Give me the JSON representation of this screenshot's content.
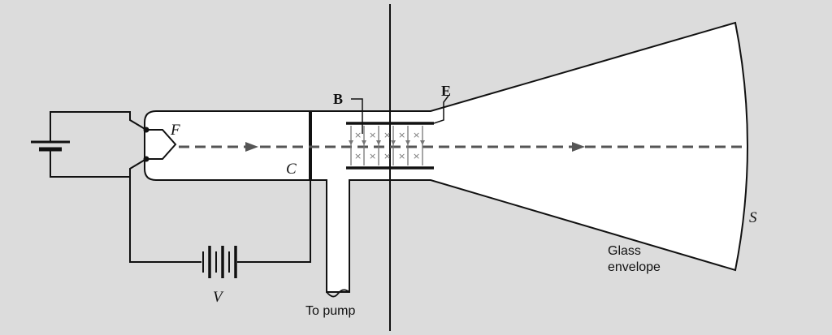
{
  "labels": {
    "filament": "F",
    "cathode": "C",
    "magnetic_field": "B",
    "electric_field": "E",
    "screen": "S",
    "voltage": "V",
    "pump": "To pump",
    "glass_line1": "Glass",
    "glass_line2": "envelope"
  },
  "colors": {
    "background": "#dcdcdc",
    "ink": "#111111",
    "beam": "#555555",
    "field_marks": "#777777",
    "tube_fill": "#ffffff"
  }
}
